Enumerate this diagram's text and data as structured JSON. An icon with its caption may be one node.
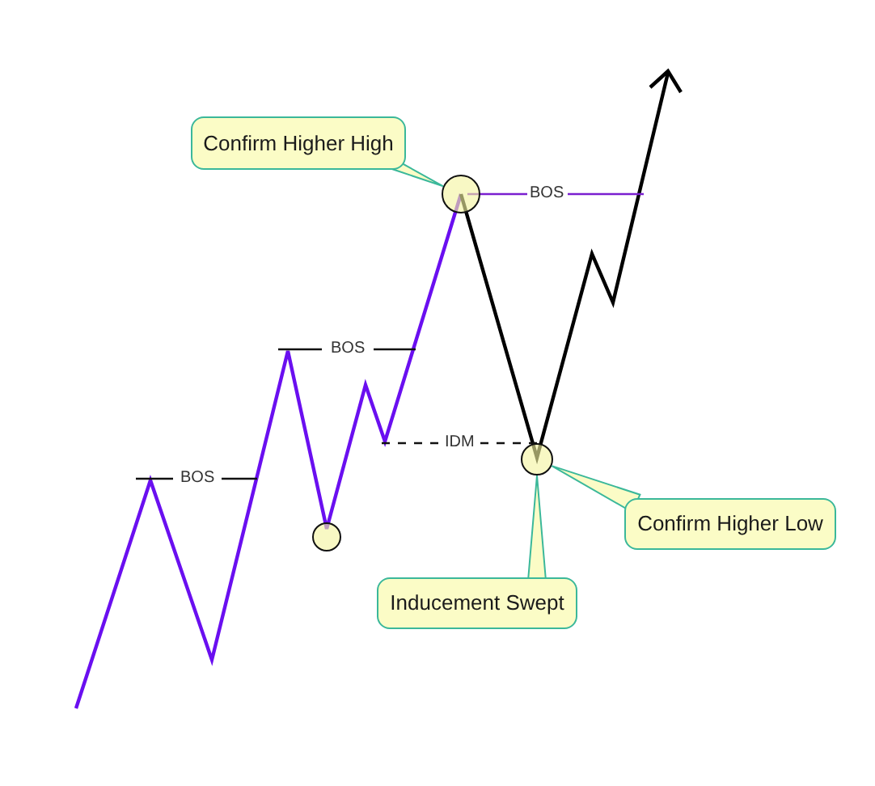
{
  "diagram": {
    "nodes": [
      {
        "text": [
          "Confirm Higher High"
        ]
      },
      {
        "text": [],
        "shape": "circle"
      },
      {
        "text": [],
        "shape": "circle"
      },
      {
        "text": [
          "Confirm Higher Low"
        ]
      },
      {
        "text": [],
        "shape": "circle"
      },
      {
        "text": [
          "Inducement Swept"
        ]
      }
    ],
    "edges": [
      {
        "from": 0,
        "to": 1,
        "arrow": "none"
      },
      {
        "from": 3,
        "to": 2,
        "arrow": "none"
      },
      {
        "from": 5,
        "to": 2,
        "arrow": "none"
      }
    ],
    "labels": [
      "BOS",
      "BOS",
      "IDM",
      "BOS"
    ]
  }
}
